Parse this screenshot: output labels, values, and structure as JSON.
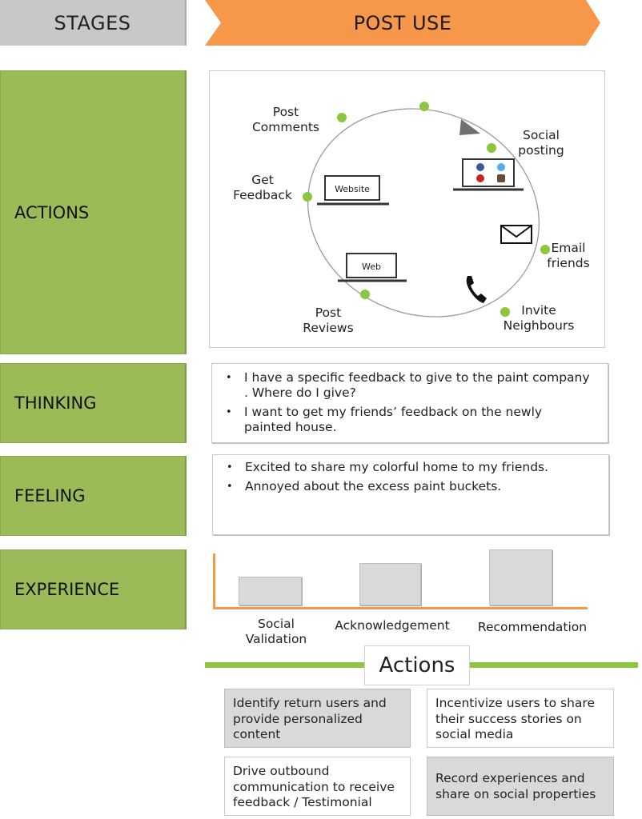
{
  "header": {
    "stages_label": "STAGES",
    "phase_label": "POST USE",
    "phase_color": "#f7974a"
  },
  "rows": {
    "actions": "ACTIONS",
    "thinking": "THINKING",
    "feeling": "FEELING",
    "experience": "EXPERIENCE"
  },
  "cycle": {
    "labels": {
      "post_comments": [
        "Post",
        "Comments"
      ],
      "social_posting": [
        "Social",
        "posting"
      ],
      "get_feedback": [
        "Get",
        "Feedback"
      ],
      "email_friends": [
        "Email",
        "friends"
      ],
      "post_reviews": [
        "Post",
        "Reviews"
      ],
      "invite_neighbours": [
        "Invite",
        "Neighbours"
      ]
    },
    "icons": {
      "website_screen": "Website",
      "web_screen": "Web"
    },
    "node_color": "#8cc63f"
  },
  "thinking": {
    "items": [
      "I have a specific feedback to give to the paint company . Where do I give?",
      "I want to get my friends’ feedback on the newly painted house."
    ]
  },
  "feeling": {
    "items": [
      "Excited to share my colorful home to my friends.",
      "Annoyed about the excess paint buckets."
    ]
  },
  "experience": {
    "bars": [
      {
        "label_lines": [
          "Social",
          "Validation"
        ]
      },
      {
        "label_lines": [
          "Acknowledgement"
        ]
      },
      {
        "label_lines": [
          "Recommendation"
        ]
      }
    ],
    "axis_color": "#f7974a"
  },
  "actions_section": {
    "title": "Actions",
    "cards": [
      {
        "text": "Identify return users and provide personalized content"
      },
      {
        "text": "Incentivize users to share their success stories on social media"
      },
      {
        "text": "Drive outbound communication to receive feedback / Testimonial"
      },
      {
        "text": "Record experiences and share on social properties"
      }
    ]
  }
}
